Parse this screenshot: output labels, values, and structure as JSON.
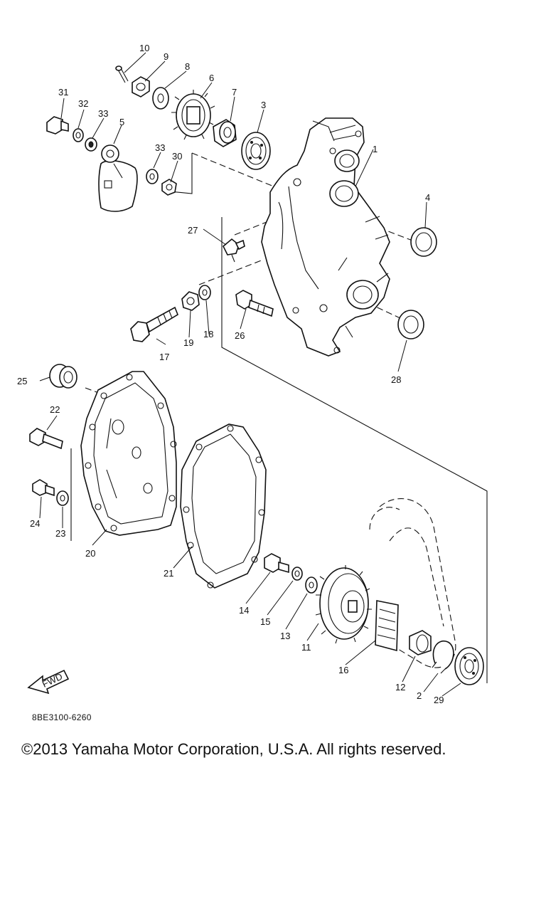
{
  "diagram": {
    "callouts": [
      "1",
      "2",
      "3",
      "4",
      "5",
      "6",
      "7",
      "8",
      "9",
      "10",
      "11",
      "12",
      "13",
      "14",
      "15",
      "16",
      "17",
      "18",
      "19",
      "20",
      "21",
      "22",
      "23",
      "24",
      "25",
      "26",
      "27",
      "28",
      "29",
      "30",
      "31",
      "32",
      "33",
      "33"
    ],
    "fwd_arrow_text": "FWD",
    "diagram_code": "8BE3100-6260"
  },
  "footer": {
    "copyright": "©2013 Yamaha Motor Corporation, U.S.A. All rights reserved."
  }
}
